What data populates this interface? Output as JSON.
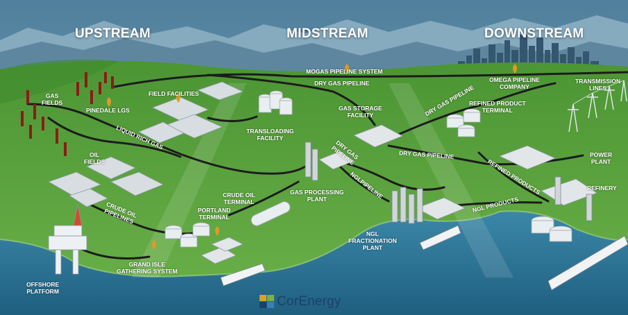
{
  "headers": {
    "upstream": "UPSTREAM",
    "midstream": "MIDSTREAM",
    "downstream": "DOWNSTREAM"
  },
  "labels": {
    "gas_fields": "GAS\nFIELDS",
    "pinedale_lgs": "PINEDALE LGS",
    "field_facilities": "FIELD FACILITIES",
    "liquid_rich_gas": "LIQUID RICH GAS",
    "oil_fields": "OIL\nFIELDS",
    "crude_oil_pipelines": "CRUDE OIL\nPIPELINES",
    "grand_isle": "GRAND ISLE\nGATHERING SYSTEM",
    "offshore_platform": "OFFSHORE\nPLATFORM",
    "portland_terminal": "PORTLAND\nTERMINAL",
    "crude_oil_terminal": "CRUDE OIL\nTERMINAL",
    "transloading_facility": "TRANSLOADING\nFACILITY",
    "mogas_pipeline_system": "MOGAS PIPELINE SYSTEM",
    "dry_gas_pipeline_top": "DRY GAS PIPELINE",
    "gas_storage_facility": "GAS STORAGE\nFACILITY",
    "dry_gas_pipeline_mid": "DRY GAS\nPIPELINE",
    "dry_gas_pipeline_right": "DRY GAS PIPELINE",
    "dry_gas_pipeline_diag": "DRY GAS PIPELINE",
    "gas_processing_plant": "GAS PROCESSING\nPLANT",
    "ngl_pipeline": "NGLPIPELINE",
    "ngl_fractionation_plant": "NGL\nFRACTIONATION\nPLANT",
    "omega_pipeline": "OMEGA PIPELINE\nCOMPANY",
    "refined_product_terminal": "REFINED PRODUCT\nTERMINAL",
    "transmission_lines": "TRANSMISSION\nLINES",
    "refined_products": "REFINED PRODUCTS",
    "power_plant": "POWER\nPLANT",
    "refinery": "REFINERY",
    "ngl_products": "NGL PRODUCTS"
  },
  "logo": {
    "text": "CorEnergy"
  },
  "colors": {
    "sky": "#5d8daa",
    "mountains_far": "#7fa6bc",
    "mountains_near": "#4a7590",
    "land": "#5aa040",
    "land_dark": "#3f7f2c",
    "water": "#2f7595",
    "pipeline": "#1a1a1a",
    "pin": "#e09a24",
    "logo_blue": "#1b3f6b",
    "logo_gold": "#d9a12b",
    "logo_green": "#7bb042"
  },
  "icons": [
    "map-pin-icon",
    "oil-well-icon",
    "storage-tank-icon",
    "ship-icon",
    "offshore-platform-icon",
    "power-tower-icon",
    "logo-mark-icon"
  ]
}
